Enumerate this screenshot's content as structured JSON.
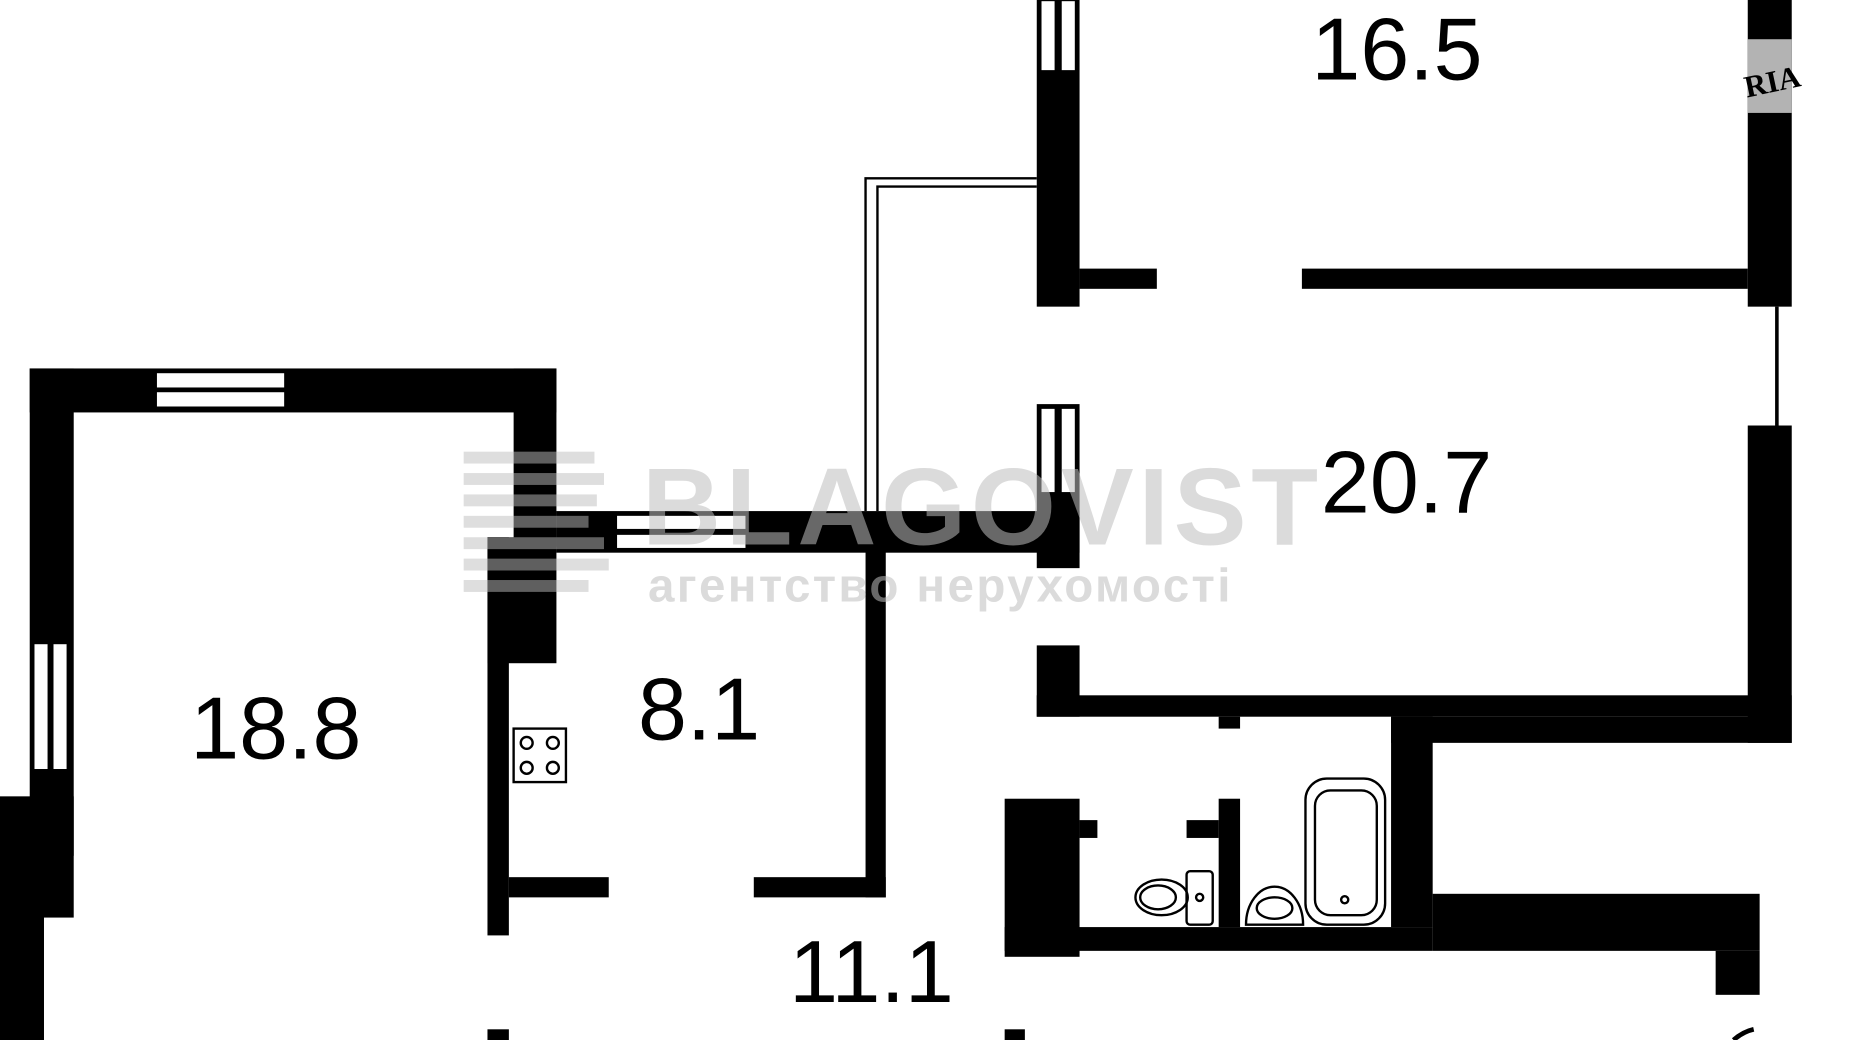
{
  "floor_plan": {
    "rooms": [
      {
        "id": "room-top-right",
        "area": "16.5"
      },
      {
        "id": "room-middle-right",
        "area": "20.7"
      },
      {
        "id": "room-left",
        "area": "18.8"
      },
      {
        "id": "kitchen",
        "area": "8.1"
      },
      {
        "id": "hallway",
        "area": "11.1"
      }
    ],
    "fixtures": [
      "stove-icon",
      "toilet-icon",
      "sink-icon",
      "bathtub-icon"
    ],
    "colors": {
      "wall": "#000000",
      "watermark": "#bdbdbd",
      "ria_badge": "#b3b3b3"
    }
  },
  "watermark": {
    "brand": "BLAGOVIST",
    "tagline": "агентство нерухомості",
    "corner_logo": "RIA"
  }
}
